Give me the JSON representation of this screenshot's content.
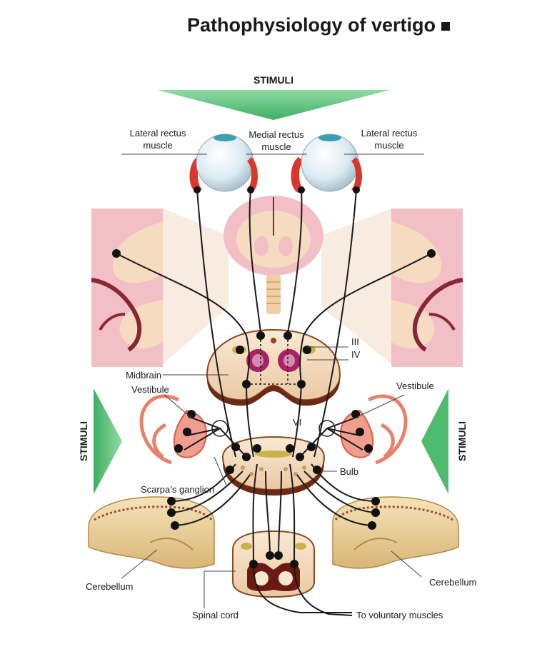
{
  "title": "Pathophysiology of vertigo",
  "labels": {
    "stimuli_top": "STIMULI",
    "stimuli_left": "STIMULI",
    "stimuli_right": "STIMULI",
    "lateral_rectus_left": [
      "Lateral rectus",
      "muscle"
    ],
    "medial_rectus": [
      "Medial rectus",
      "muscle"
    ],
    "lateral_rectus_right": [
      "Lateral rectus",
      "muscle"
    ],
    "nerve_iii": "III",
    "nerve_iv": "IV",
    "nerve_vi": "VI",
    "midbrain": "Midbrain",
    "vestibule_left": "Vestibule",
    "vestibule_right": "Vestibule",
    "bulb": "Bulb",
    "scarpa": "Scarpa’s ganglion",
    "cerebellum_left": "Cerebellum",
    "cerebellum_right": "Cerebellum",
    "spinal_cord": "Spinal cord",
    "voluntary_muscles": "To voluntary muscles"
  },
  "colors": {
    "stimuli_arrow": "#5cc47c",
    "brain_pink": "#f2bfc6",
    "brain_cream": "#f5dcc0",
    "eye": "#dfeff5",
    "muscle": "#d8382c",
    "nerve": "#1a1a1a",
    "cerebellum": "#f1d9a6"
  }
}
